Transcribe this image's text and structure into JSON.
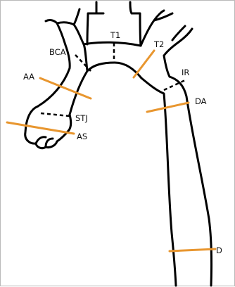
{
  "diagram": {
    "labels": {
      "t1": "T1",
      "t2": "T2",
      "bca": "BCA",
      "ir": "IR",
      "aa": "AA",
      "da": "DA",
      "stj": "STJ",
      "as": "AS",
      "d": "D"
    },
    "colors": {
      "outline": "#000000",
      "measurement_line": "#e8962f",
      "background": "#ffffff",
      "frame_border": "#b9b9b9"
    }
  }
}
